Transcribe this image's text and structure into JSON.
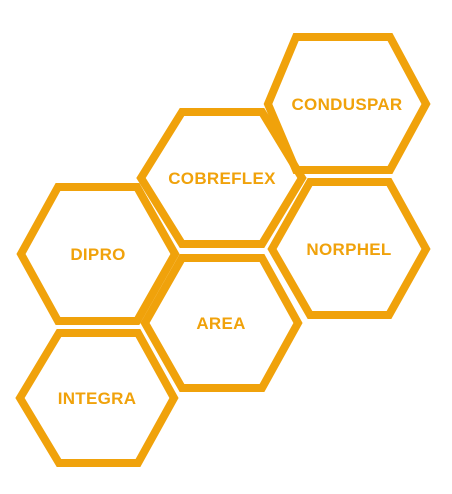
{
  "colors": {
    "accent": "#F0A20B",
    "background": "#FFFFFF"
  },
  "hexagons": [
    {
      "id": "conduspar",
      "label": "CONDUSPAR"
    },
    {
      "id": "cobreflex",
      "label": "COBREFLEX"
    },
    {
      "id": "dipro",
      "label": "DIPRO"
    },
    {
      "id": "norphel",
      "label": "NORPHEL"
    },
    {
      "id": "area",
      "label": "AREA"
    },
    {
      "id": "integra",
      "label": "INTEGRA"
    }
  ]
}
